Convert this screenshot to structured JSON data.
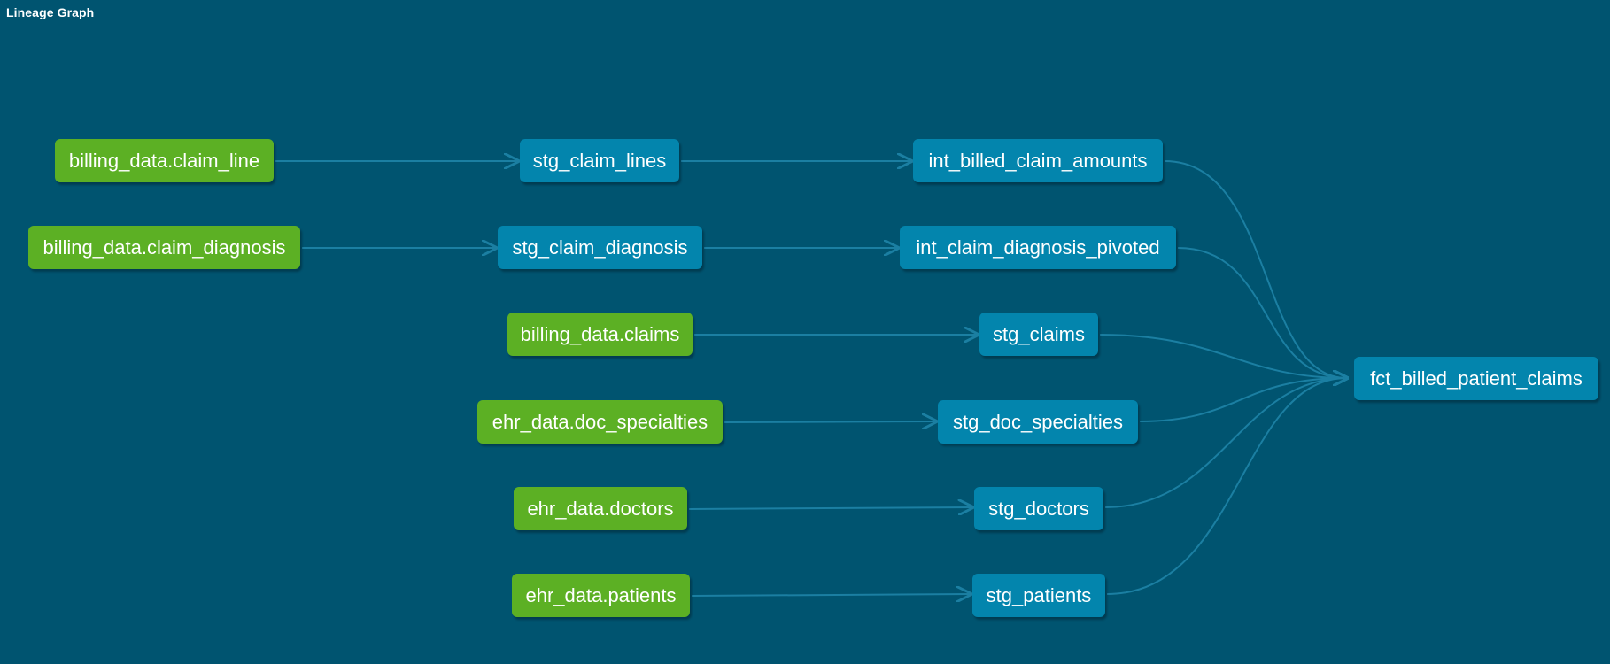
{
  "header": {
    "title": "Lineage Graph"
  },
  "colors": {
    "background": "#005470",
    "source_node": "#5cb024",
    "model_node": "#0385ad",
    "edge": "#1b7fa2"
  },
  "nodes": {
    "src_claim_line": "billing_data.claim_line",
    "src_claim_diagnosis": "billing_data.claim_diagnosis",
    "src_claims": "billing_data.claims",
    "src_doc_specialties": "ehr_data.doc_specialties",
    "src_doctors": "ehr_data.doctors",
    "src_patients": "ehr_data.patients",
    "stg_claim_lines": "stg_claim_lines",
    "stg_claim_diagnosis": "stg_claim_diagnosis",
    "stg_claims": "stg_claims",
    "stg_doc_specialties": "stg_doc_specialties",
    "stg_doctors": "stg_doctors",
    "stg_patients": "stg_patients",
    "int_billed_claim_amounts": "int_billed_claim_amounts",
    "int_claim_diagnosis_pivoted": "int_claim_diagnosis_pivoted",
    "fct_billed_patient_claims": "fct_billed_patient_claims"
  }
}
